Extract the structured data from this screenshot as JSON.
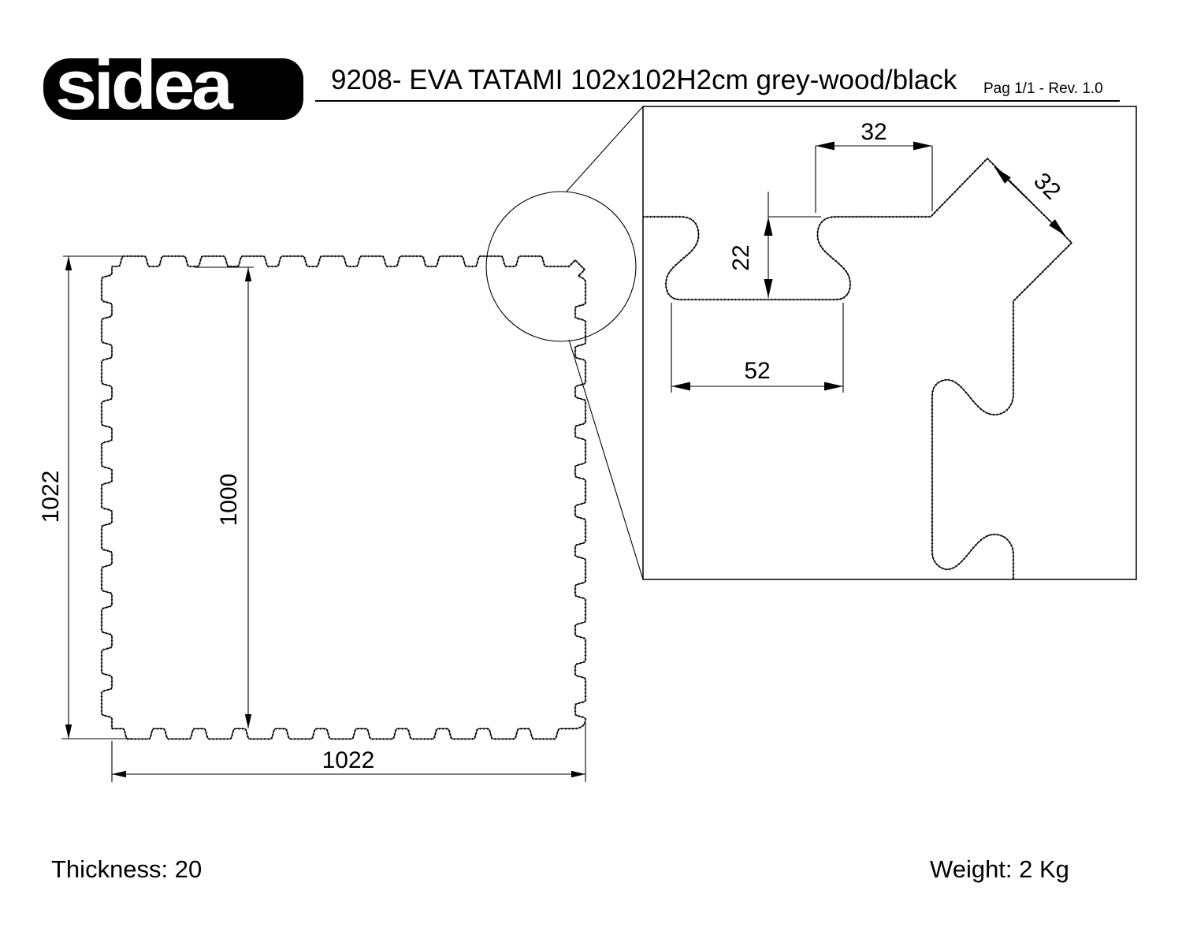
{
  "logo": {
    "text": "sidea"
  },
  "header": {
    "title": "9208- EVA TATAMI 102x102H2cm grey-wood/black",
    "page_rev": "Pag 1/1 - Rev. 1.0"
  },
  "drawing": {
    "main": {
      "height_label": "1022",
      "inner_height_label": "1000",
      "width_label": "1022"
    },
    "detail": {
      "tab_width_label": "32",
      "corner_tab_label": "32",
      "tooth_depth_label": "22",
      "slot_width_label": "52"
    }
  },
  "footer": {
    "thickness": "Thickness: 20",
    "weight": "Weight: 2 Kg"
  }
}
